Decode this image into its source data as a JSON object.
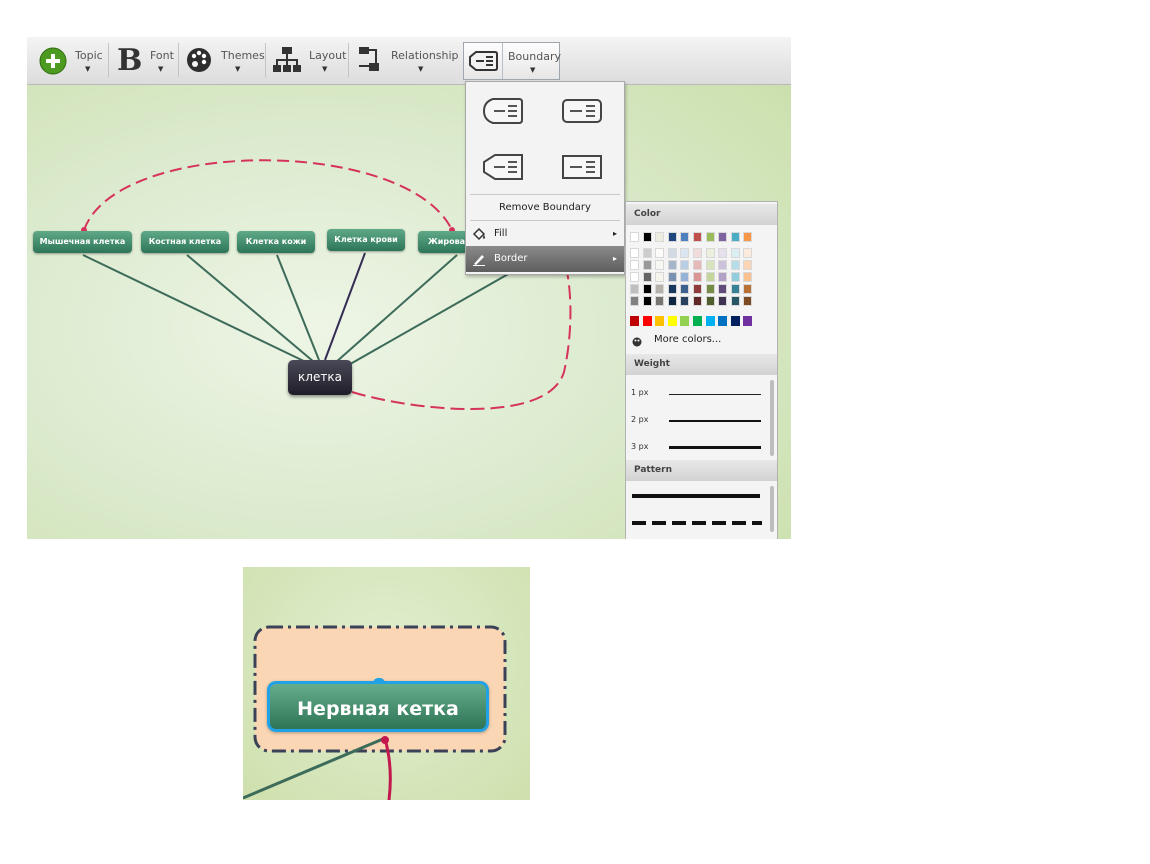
{
  "toolbar": {
    "topic_label": "Topic",
    "font_label": "Font",
    "themes_label": "Themes",
    "layout_label": "Layout",
    "relationship_label": "Relationship",
    "boundary_label": "Boundary",
    "dropdown_arrow": "▼",
    "font_glyph": "B"
  },
  "map": {
    "center": "клетка",
    "nodes": [
      {
        "label": "Мышечная клетка"
      },
      {
        "label": "Костная клетка"
      },
      {
        "label": "Клетка кожи"
      },
      {
        "label": "Клетка крови"
      },
      {
        "label": "Жирова"
      }
    ],
    "relationship_color": "#d6335c",
    "link_color": "#3d6b5a"
  },
  "boundary_menu": {
    "remove_label": "Remove Boundary",
    "fill_label": "Fill",
    "border_label": "Border",
    "submenu_arrow": "▸"
  },
  "palette": {
    "color_header": "Color",
    "more_colors": "More colors...",
    "weight_header": "Weight",
    "weights": [
      "1 px",
      "2 px",
      "3 px"
    ],
    "pattern_header": "Pattern",
    "top_row": [
      "#ffffff",
      "#000000",
      "#eeece1",
      "#1f497d",
      "#4f81bd",
      "#c0504d",
      "#9bbb59",
      "#8064a2",
      "#4bacc6",
      "#f79646"
    ],
    "standard_row": [
      "#c00000",
      "#ff0000",
      "#ffc000",
      "#ffff00",
      "#92d050",
      "#00b050",
      "#00b0f0",
      "#0070c0",
      "#002060",
      "#7030a0"
    ]
  },
  "zoom": {
    "node_label": "Нервная кетка",
    "boundary_fill": "#fbd6b4",
    "boundary_border": "#3b4258",
    "selection_color": "#21a2e6"
  }
}
